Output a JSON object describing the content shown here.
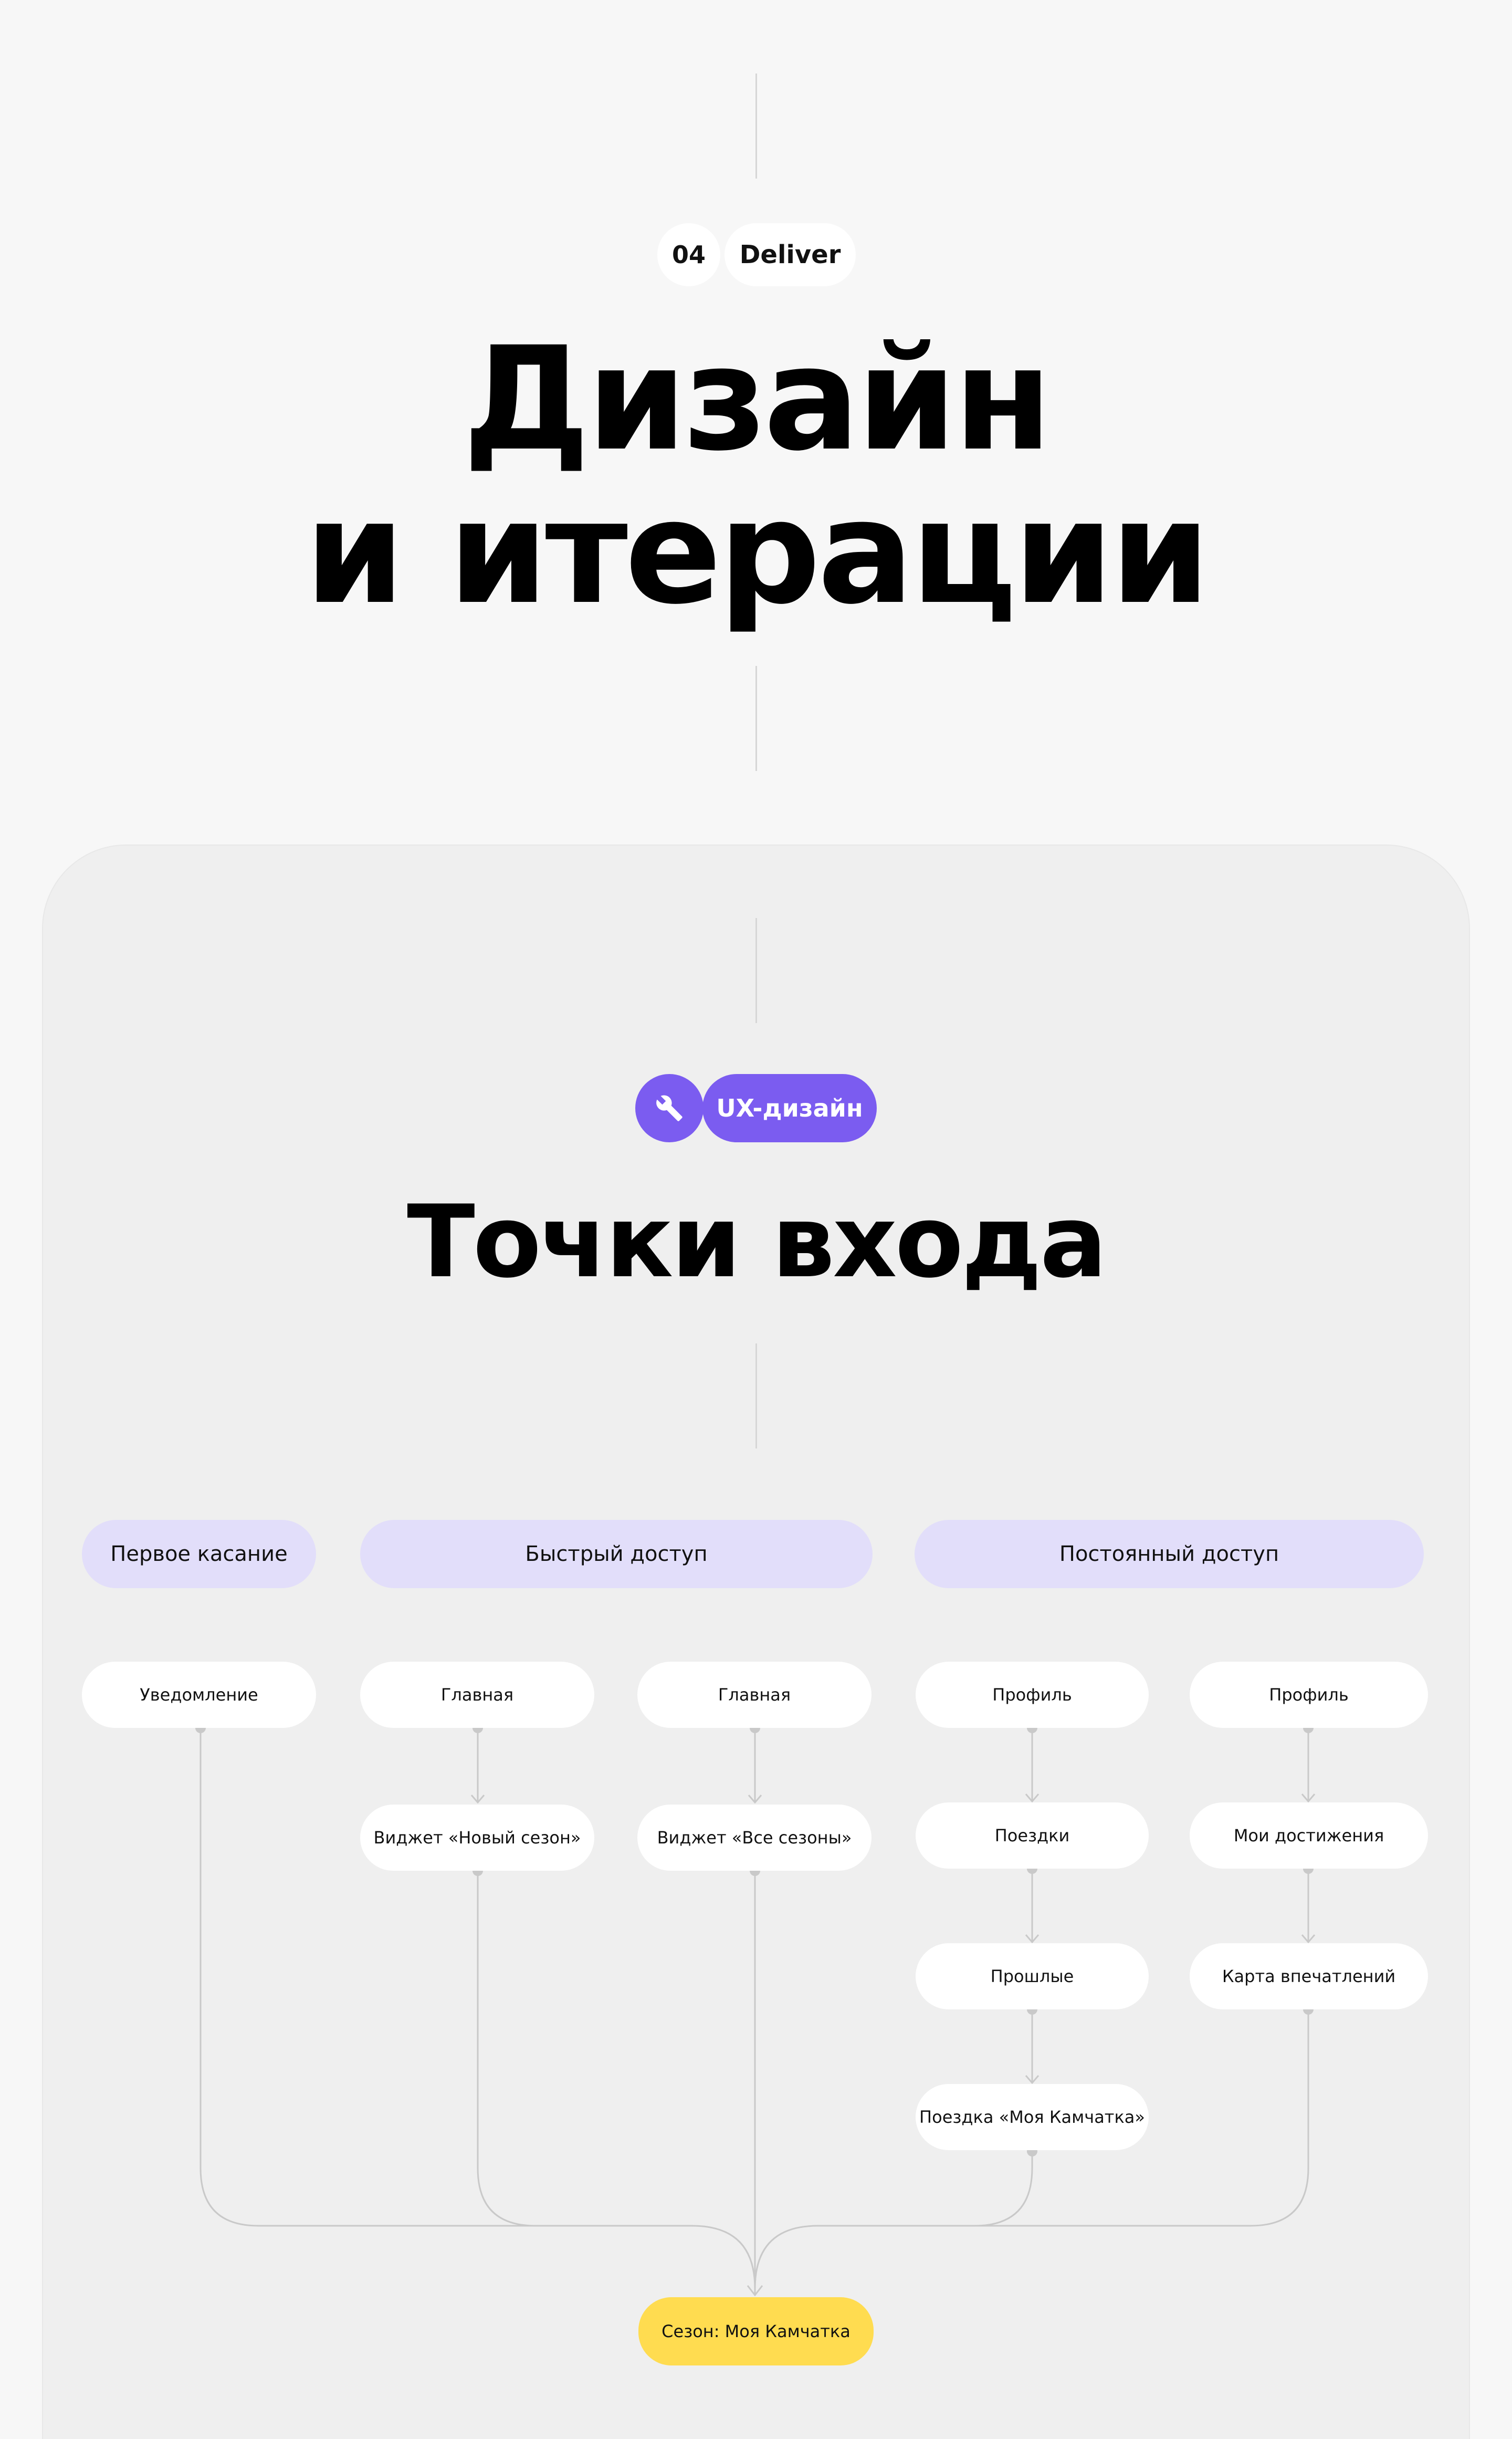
{
  "header": {
    "step_number": "04",
    "step_label": "Deliver",
    "title_line1": "Дизайн",
    "title_line2": "и итерации"
  },
  "section": {
    "tag_icon": "wrench-icon",
    "tag_label": "UX-дизайн",
    "title": "Точки входа"
  },
  "flow": {
    "categories": [
      {
        "label": "Первое касание"
      },
      {
        "label": "Быстрый доступ"
      },
      {
        "label": "Постоянный доступ"
      }
    ],
    "columns": [
      {
        "nodes": [
          "Уведомление"
        ]
      },
      {
        "nodes": [
          "Главная",
          "Виджет «Новый сезон»"
        ]
      },
      {
        "nodes": [
          "Главная",
          "Виджет «Все сезоны»"
        ]
      },
      {
        "nodes": [
          "Профиль",
          "Поездки",
          "Прошлые",
          "Поездка «Моя Камчатка»"
        ]
      },
      {
        "nodes": [
          "Профиль",
          "Мои достижения",
          "Карта впечатлений"
        ]
      }
    ],
    "result": "Сезон: Моя Камчатка"
  },
  "colors": {
    "accent_violet": "#7b5cf0",
    "category_fill": "#e2defa",
    "result_fill": "#ffdc50",
    "connector": "#c9c9c9"
  }
}
